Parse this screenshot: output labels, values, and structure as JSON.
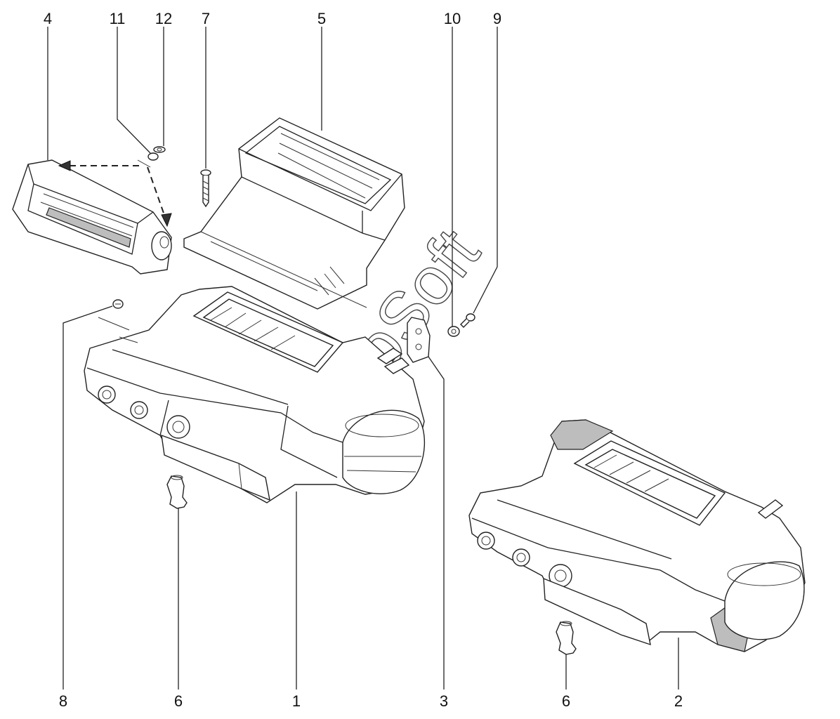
{
  "callouts": {
    "c4": "4",
    "c11": "11",
    "c12": "12",
    "c7": "7",
    "c5": "5",
    "c10": "10",
    "c9": "9",
    "c8": "8",
    "c6a": "6",
    "c1": "1",
    "c3": "3",
    "c6b": "6",
    "c2": "2"
  },
  "watermark": "AutoSoft"
}
